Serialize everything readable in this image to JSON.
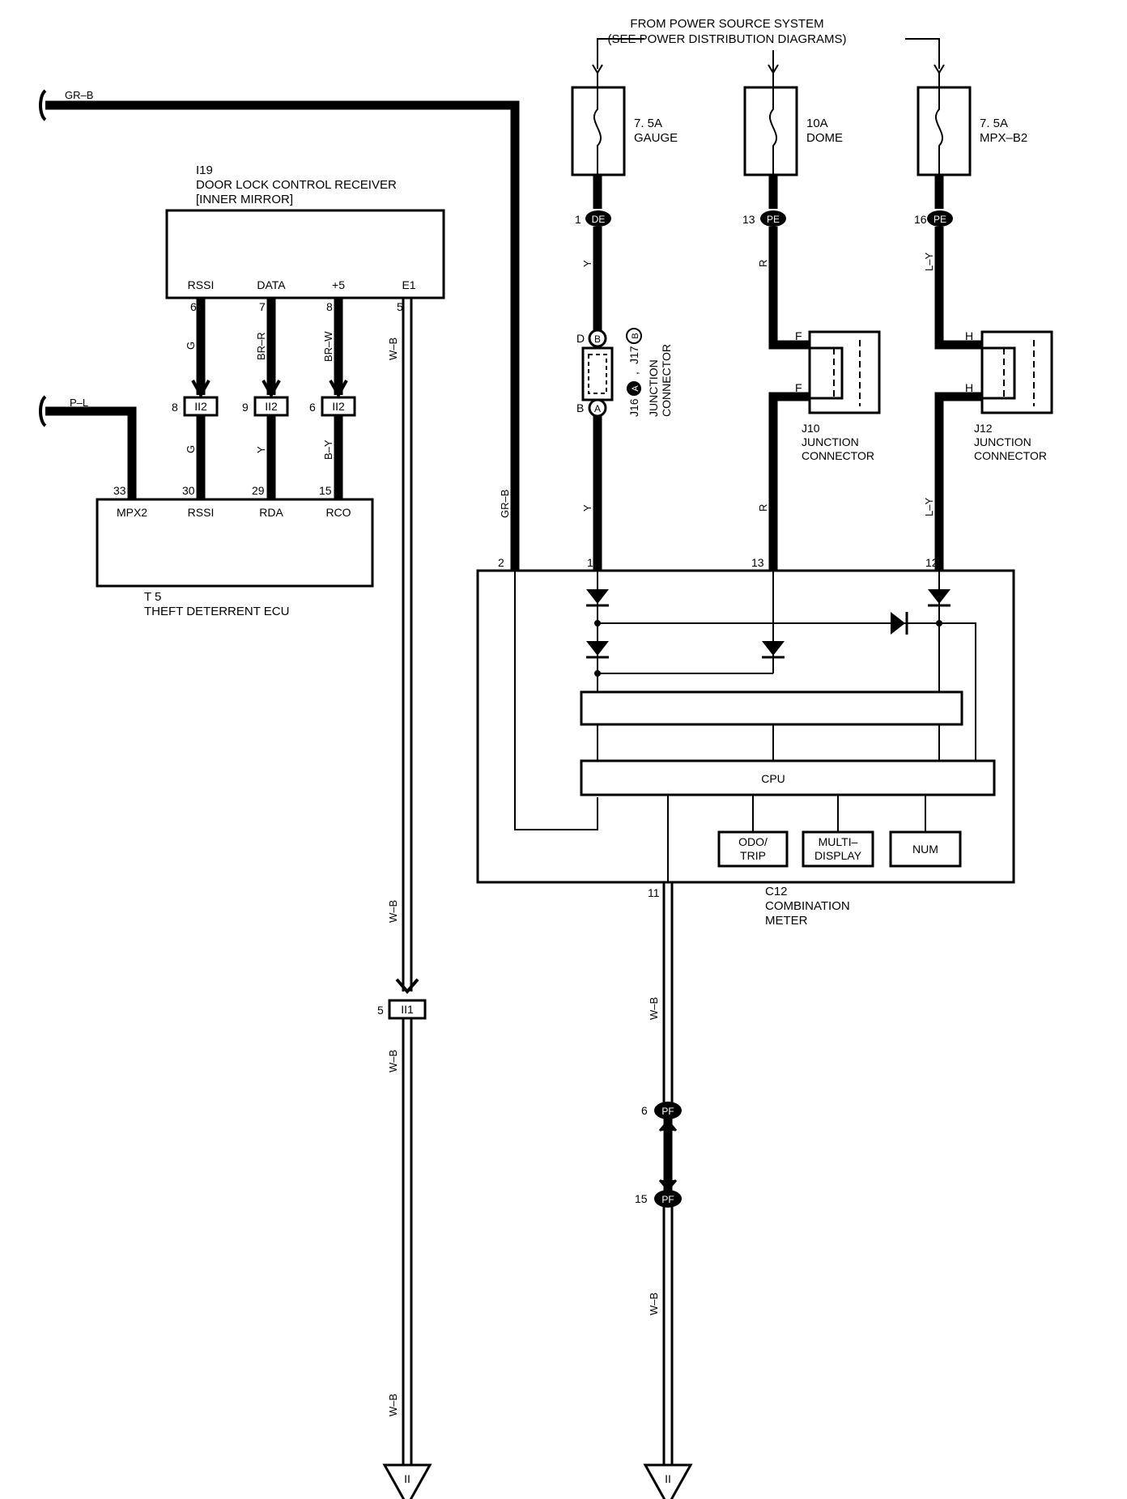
{
  "power_source": {
    "line1": "FROM POWER SOURCE SYSTEM",
    "line2": "(SEE POWER DISTRIBUTION DIAGRAMS)"
  },
  "fuses": [
    {
      "rating": "7. 5A",
      "name": "GAUGE"
    },
    {
      "rating": "10A",
      "name": "DOME"
    },
    {
      "rating": "7. 5A",
      "name": "MPX–B2"
    }
  ],
  "fuse_connectors": [
    {
      "pin": "1",
      "code": "DE"
    },
    {
      "pin": "13",
      "code": "PE"
    },
    {
      "pin": "16",
      "code": "PE"
    }
  ],
  "receiver": {
    "id": "I19",
    "name": "DOOR LOCK CONTROL RECEIVER",
    "sub": "[INNER MIRROR]",
    "terminals": [
      "RSSI",
      "DATA",
      "+5",
      "E1"
    ],
    "pins": [
      "6",
      "7",
      "8",
      "5"
    ]
  },
  "ecu": {
    "id": "T 5",
    "name": "THEFT DETERRENT ECU",
    "terminals": [
      "MPX2",
      "RSSI",
      "RDA",
      "RCO"
    ],
    "pins": [
      "33",
      "30",
      "29",
      "15"
    ]
  },
  "ii2": {
    "code": "II2",
    "pins": [
      "8",
      "9",
      "6"
    ]
  },
  "ii1": {
    "pin": "5",
    "code": "II1"
  },
  "wires": {
    "gr_b": "GR–B",
    "p_l": "P–L",
    "g": "G",
    "br_r": "BR–R",
    "br_w": "BR–W",
    "w_b": "W–B",
    "y": "Y",
    "b_y": "B–Y",
    "r": "R",
    "l_y": "L–Y"
  },
  "junction_j16": {
    "pin_top": "D",
    "pin_bottom": "B",
    "code_top": "B",
    "code_bottom": "A",
    "label": "J16",
    "label2": "J17",
    "badge_a": "A",
    "badge_b": "B",
    "sep": ",",
    "line1": "JUNCTION",
    "line2": "CONNECTOR"
  },
  "junction_j10": {
    "pin": "F",
    "id": "J10",
    "line1": "JUNCTION",
    "line2": "CONNECTOR"
  },
  "junction_j12": {
    "pin": "H",
    "id": "J12",
    "line1": "JUNCTION",
    "line2": "CONNECTOR"
  },
  "meter": {
    "id": "C12",
    "line1": "COMBINATION",
    "line2": "METER",
    "pins": [
      "2",
      "1",
      "13",
      "12"
    ],
    "cpu": "CPU",
    "odo_1": "ODO/",
    "odo_2": "TRIP",
    "multi_1": "MULTI–",
    "multi_2": "DISPLAY",
    "num": "NUM",
    "ground_pin": "11"
  },
  "pf_connectors": [
    {
      "pin": "6",
      "code": "PF"
    },
    {
      "pin": "15",
      "code": "PF"
    }
  ],
  "grounds": [
    {
      "code": "II"
    },
    {
      "code": "II"
    }
  ]
}
